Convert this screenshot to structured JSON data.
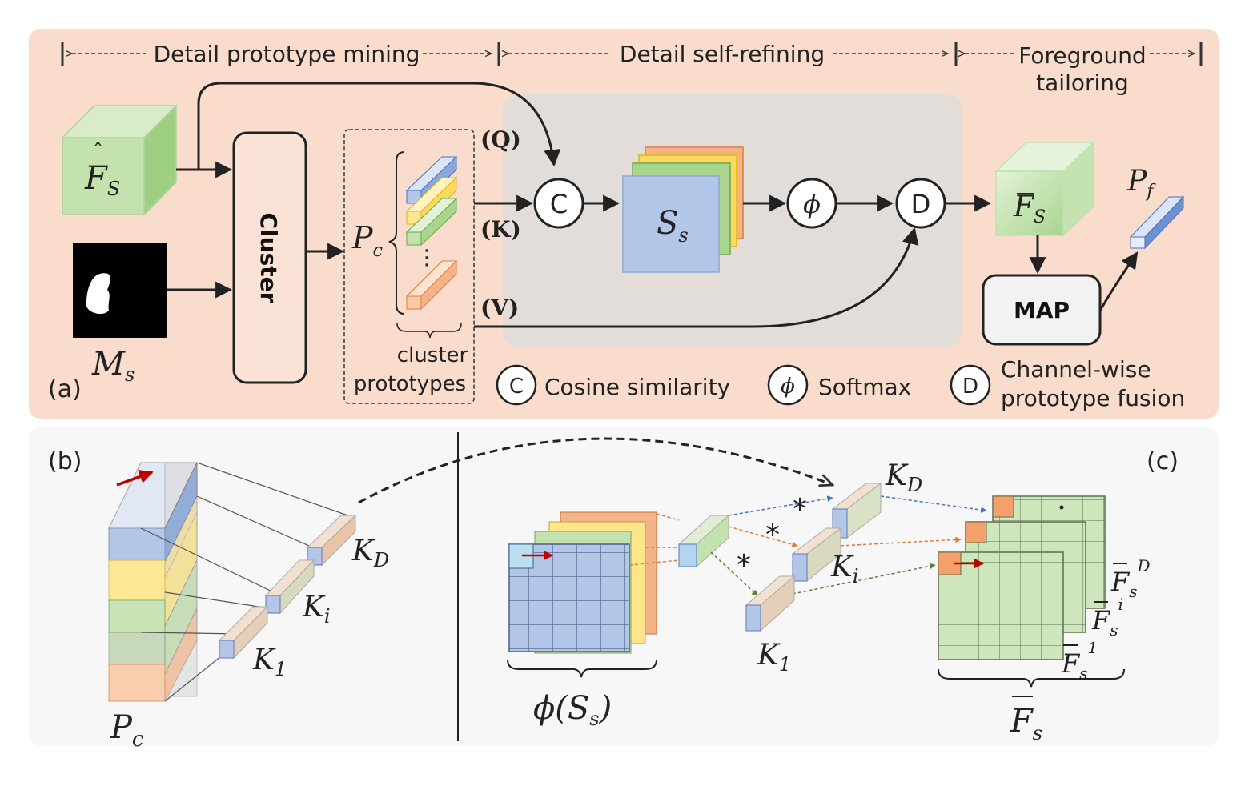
{
  "panel_a": {
    "tag": "(a)",
    "headers": {
      "mining": "Detail prototype mining",
      "refining": "Detail self-refining",
      "tailoring_1": "Foreground",
      "tailoring_2": "tailoring"
    },
    "input_feature": "F",
    "input_feature_sub": "S",
    "mask": "M",
    "mask_sub": "s",
    "cluster_label": "Cluster",
    "prototypes_symbol": "P",
    "prototypes_sub": "c",
    "prototypes_caption_1": "cluster",
    "prototypes_caption_2": "prototypes",
    "dots": "⋮",
    "q_label": "(Q)",
    "k_label": "(K)",
    "v_label": "(V)",
    "cos_glyph": "C",
    "softmax_glyph": "ϕ",
    "fusion_glyph": "D",
    "similarity": "S",
    "similarity_sub": "s",
    "refined_feature": "F",
    "refined_feature_sub": "S",
    "map_label": "MAP",
    "final_proto": "P",
    "final_proto_sub": "f",
    "legend": {
      "cosine": "Cosine similarity",
      "softmax": "Softmax",
      "fusion_1": "Channel-wise",
      "fusion_2": "prototype fusion"
    }
  },
  "panel_b": {
    "tag": "(b)",
    "pc": "P",
    "pc_sub": "c",
    "k_d": "K",
    "k_d_sub": "D",
    "k_i": "K",
    "k_i_sub": "i",
    "k_1": "K",
    "k_1_sub": "1"
  },
  "panel_c": {
    "tag": "(c)",
    "phi_label": "ϕ(S",
    "phi_sub": "s",
    "phi_close": ")",
    "k_d": "K",
    "k_d_sub": "D",
    "k_i": "K",
    "k_i_sub": "i",
    "k_1": "K",
    "k_1_sub": "1",
    "star": "*",
    "fd": "F",
    "fd_sub": "s",
    "fd_sup": "D",
    "fi": "F",
    "fi_sub": "s",
    "fi_sup": "i",
    "f1": "F",
    "f1_sub": "s",
    "f1_sup": "1",
    "fs": "F",
    "fs_sub": "s"
  },
  "colors": {
    "panel_a_bg": "#f9dccb",
    "panel_bc_bg": "#f7f7f7",
    "refine_bg": "#e3ddd9",
    "green": "#b8dca0",
    "blue": "#b3c6e7",
    "yellow": "#fde68a",
    "orange": "#f5c09a",
    "red_arrow": "#c00000"
  }
}
